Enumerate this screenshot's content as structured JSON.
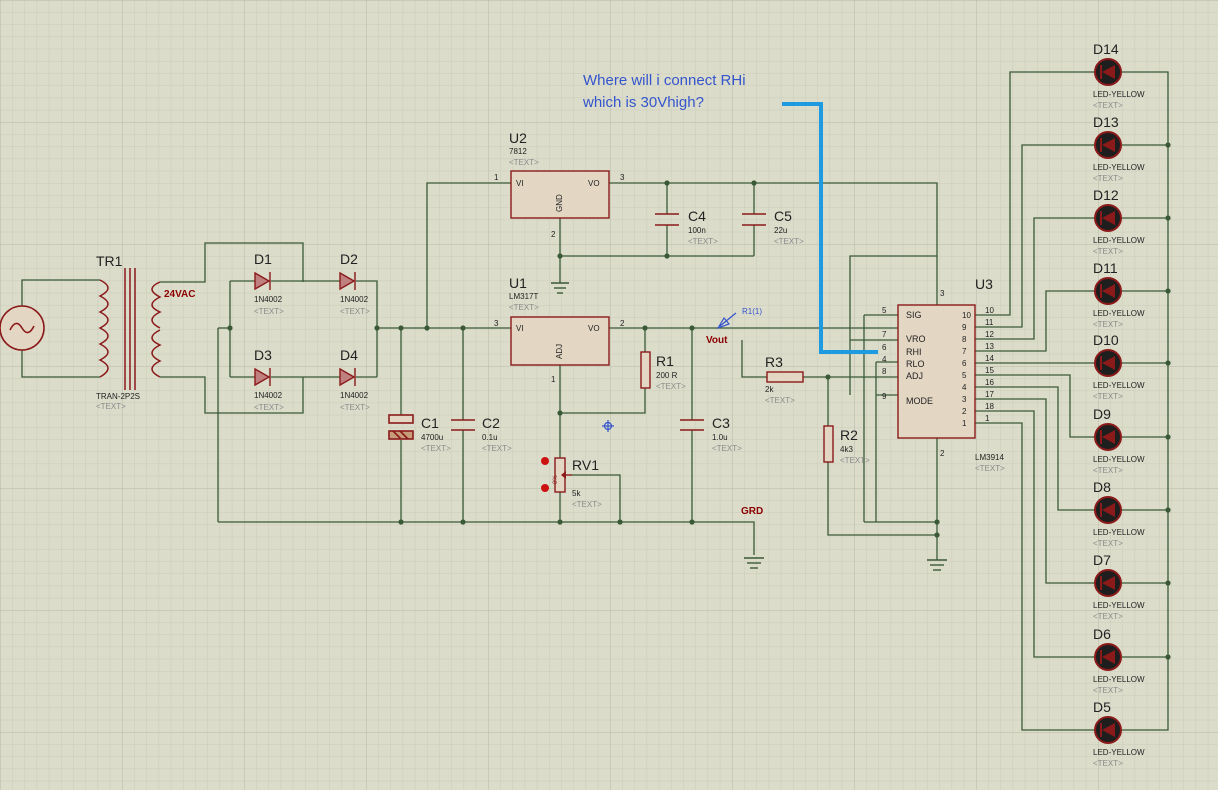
{
  "colors": {
    "background": "#dcdccb",
    "grid_minor": "#cbcbb9",
    "grid_major": "#bebeac",
    "wire": "#3a5a36",
    "component": "#8b1a1a",
    "chip_fill": "#e3d7c4",
    "text_dark": "#222222",
    "text_gray": "#8a8a8a",
    "label_red": "#8b0000",
    "annotation_blue": "#3355cc",
    "highlight_wire": "#1e9be0",
    "led_fill": "#222222"
  },
  "annotation": {
    "line1": "Where will i connect RHi",
    "line2": "which is 30Vhigh?"
  },
  "transformer": {
    "ref": "TR1",
    "part": "TRAN-2P2S",
    "text": "<TEXT>",
    "voltage": "24VAC"
  },
  "diodes": [
    {
      "ref": "D1",
      "part": "1N4002",
      "text": "<TEXT>"
    },
    {
      "ref": "D2",
      "part": "1N4002",
      "text": "<TEXT>"
    },
    {
      "ref": "D3",
      "part": "1N4002",
      "text": "<TEXT>"
    },
    {
      "ref": "D4",
      "part": "1N4002",
      "text": "<TEXT>"
    }
  ],
  "capacitors": [
    {
      "ref": "C1",
      "value": "4700u",
      "text": "<TEXT>"
    },
    {
      "ref": "C2",
      "value": "0.1u",
      "text": "<TEXT>"
    },
    {
      "ref": "C3",
      "value": "1.0u",
      "text": "<TEXT>"
    },
    {
      "ref": "C4",
      "value": "100n",
      "text": "<TEXT>"
    },
    {
      "ref": "C5",
      "value": "22u",
      "text": "<TEXT>"
    }
  ],
  "regulators": [
    {
      "ref": "U2",
      "part": "7812",
      "text": "<TEXT>",
      "pin_vi": "VI",
      "pin_vo": "VO",
      "pin_gnd": "GND",
      "pin1": "1",
      "pin2": "2",
      "pin3": "3"
    },
    {
      "ref": "U1",
      "part": "LM317T",
      "text": "<TEXT>",
      "pin_vi": "VI",
      "pin_vo": "VO",
      "pin_adj": "ADJ",
      "pin1": "1",
      "pin2": "2",
      "pin3": "3"
    }
  ],
  "resistors": [
    {
      "ref": "R1",
      "value": "200 R",
      "text": "<TEXT>"
    },
    {
      "ref": "R2",
      "value": "4k3",
      "text": "<TEXT>"
    },
    {
      "ref": "R3",
      "value": "2k",
      "text": "<TEXT>"
    }
  ],
  "pot": {
    "ref": "RV1",
    "value": "5k",
    "text": "<TEXT>",
    "percent": "0%"
  },
  "probe": {
    "label": "R1(1)"
  },
  "net_labels": {
    "vout": "Vout",
    "grd": "GRD"
  },
  "u3": {
    "ref": "U3",
    "part": "LM3914",
    "text": "<TEXT>",
    "left_pins": [
      {
        "num": "5",
        "name": "SIG"
      },
      {
        "num": "7",
        "name": "VRO"
      },
      {
        "num": "6",
        "name": "RHI"
      },
      {
        "num": "4",
        "name": "RLO"
      },
      {
        "num": "8",
        "name": "ADJ"
      },
      {
        "num": "9",
        "name": "MODE"
      }
    ],
    "right_pins": [
      "10",
      "11",
      "12",
      "13",
      "14",
      "15",
      "16",
      "17",
      "18",
      "1"
    ],
    "right_outputs": [
      "10",
      "9",
      "8",
      "7",
      "6",
      "5",
      "4",
      "3",
      "2",
      "1"
    ],
    "top_pin": "3",
    "bottom_pin": "2"
  },
  "leds": [
    {
      "ref": "D14",
      "part": "LED-YELLOW",
      "text": "<TEXT>"
    },
    {
      "ref": "D13",
      "part": "LED-YELLOW",
      "text": "<TEXT>"
    },
    {
      "ref": "D12",
      "part": "LED-YELLOW",
      "text": "<TEXT>"
    },
    {
      "ref": "D11",
      "part": "LED-YELLOW",
      "text": "<TEXT>"
    },
    {
      "ref": "D10",
      "part": "LED-YELLOW",
      "text": "<TEXT>"
    },
    {
      "ref": "D9",
      "part": "LED-YELLOW",
      "text": "<TEXT>"
    },
    {
      "ref": "D8",
      "part": "LED-YELLOW",
      "text": "<TEXT>"
    },
    {
      "ref": "D7",
      "part": "LED-YELLOW",
      "text": "<TEXT>"
    },
    {
      "ref": "D6",
      "part": "LED-YELLOW",
      "text": "<TEXT>"
    },
    {
      "ref": "D5",
      "part": "LED-YELLOW",
      "text": "<TEXT>"
    }
  ]
}
